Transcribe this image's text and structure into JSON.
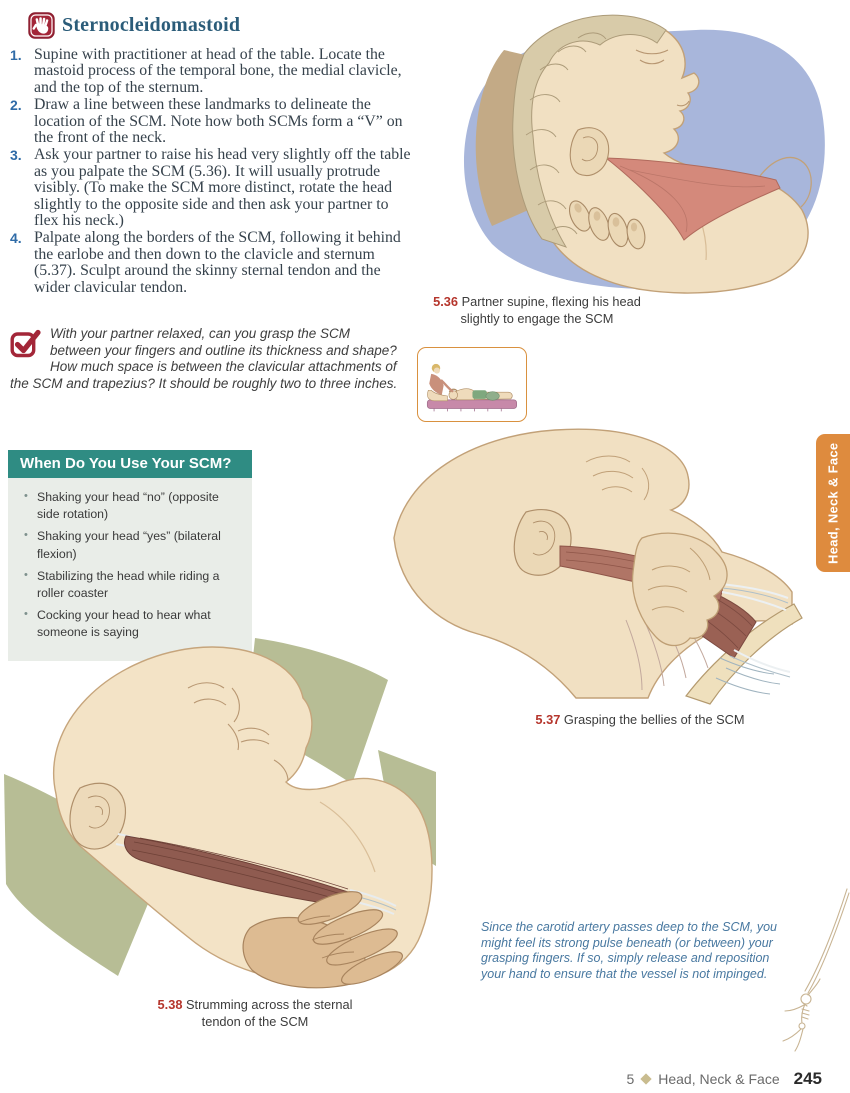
{
  "header": {
    "icon": "hand-icon",
    "title": "Sternocleidomastoid"
  },
  "steps": [
    {
      "number": "1.",
      "text": "Supine with practitioner at head of the table. Locate the mastoid process of the temporal bone, the medial clavicle, and the top of the sternum."
    },
    {
      "number": "2.",
      "text": "Draw a line between these landmarks to delineate the location of the SCM. Note how both SCMs form a “V” on the front of the neck."
    },
    {
      "number": "3.",
      "text": "Ask your partner to raise his head very slightly off the table as you palpate the SCM (5.36). It will usually protrude visibly. (To make the SCM more distinct, rotate the head slightly to the opposite side and then ask your partner to flex his neck.)"
    },
    {
      "number": "4.",
      "text": "Palpate along the borders of the SCM, following it behind the earlobe and then down to the clavicle and sternum (5.37). Sculpt around the skinny sternal tendon and the wider clavicular tendon."
    }
  ],
  "check_note": {
    "icon": "checkbox-check-icon",
    "text": "With your partner relaxed, can you grasp the SCM between your fingers and outline its thickness and shape? How much space is between the clavicular attachments of the SCM and trapezius? It should be roughly two to three inches."
  },
  "scm_box": {
    "title": "When Do You Use Your SCM?",
    "items": [
      "Shaking your head “no” (opposite side rotation)",
      "Shaking your head “yes” (bilateral flexion)",
      "Stabilizing the head while riding a roller coaster",
      "Cocking your head to hear what someone is saying"
    ]
  },
  "figures": [
    {
      "number": "5.36",
      "caption": "Partner supine, flexing his head slightly to engage the SCM"
    },
    {
      "number": "5.37",
      "caption": "Grasping the bellies of the SCM"
    },
    {
      "number": "5.38",
      "caption": "Strumming across the sternal tendon of the SCM"
    }
  ],
  "side_tab": {
    "label": "Head, Neck & Face"
  },
  "carotid_note": "Since the carotid artery passes deep to the SCM, you might feel its strong pulse beneath (or between) your grasping fingers. If so, simply release and reposition your hand to ensure that the vessel is not impinged.",
  "footer": {
    "chapter": "5",
    "separator_icon": "diamond-icon",
    "section": "Head, Neck & Face",
    "page_number": "245"
  },
  "colors": {
    "crimson": "#A32638",
    "title_blue": "#2B5C79",
    "step_number_blue": "#2F6BA7",
    "teal_header": "#2F8C83",
    "box_body": "#E9EDE8",
    "tab_orange": "#DE8B3E",
    "caption_red": "#B5352C",
    "note_blue": "#4878A0",
    "muscle_red": "#D4897B",
    "pillow_blue": "#A8B6DB"
  }
}
